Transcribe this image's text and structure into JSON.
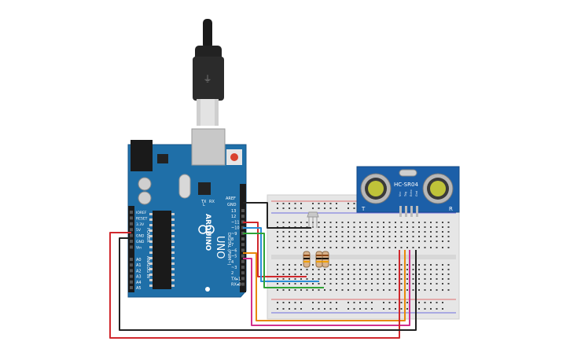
{
  "arduino": {
    "brand_logo": "ARDUINO",
    "model": "UNO",
    "labels": {
      "aref": "AREF",
      "gnd": "GND",
      "digital": "DIGITAL (PWM~)",
      "power": "POWER",
      "analog_in": "ANALOG IN",
      "tx": "TX",
      "rx": "RX",
      "l_led": "L"
    },
    "digital_pins": [
      "13",
      "12",
      "~11",
      "~10",
      "~9",
      "8",
      "7",
      "~6",
      "~5",
      "4",
      "~3",
      "2",
      "TX▸1",
      "RX◂0"
    ],
    "power_pins": [
      "IOREF",
      "RESET",
      "3.3V",
      "5V",
      "GND",
      "GND",
      "Vin"
    ],
    "analog_pins": [
      "A0",
      "A1",
      "A2",
      "A3",
      "A4",
      "A5"
    ]
  },
  "sensor": {
    "model": "HC-SR04",
    "pin_labels": [
      "Vcc",
      "Trig",
      "Echo",
      "Gnd"
    ],
    "side_left": "T",
    "side_right": "R"
  },
  "colors": {
    "board": "#1f6fa8",
    "board_dark": "#17568a",
    "breadboard": "#e6e6e6",
    "sensor_board": "#1c5fa8",
    "wire_red": "#d0282d",
    "wire_black": "#222222",
    "wire_blue": "#2a8fd8",
    "wire_green": "#2fa336",
    "wire_orange": "#e8880c",
    "wire_magenta": "#d2308c",
    "led": "#c9c9c9"
  }
}
